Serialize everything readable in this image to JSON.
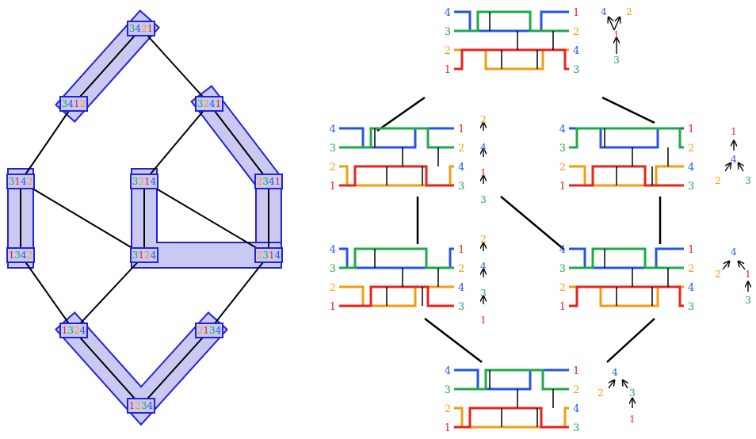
{
  "colors": {
    "1": "#e8231b",
    "2": "#f39c12",
    "3": "#1fa84a",
    "4": "#2456e6",
    "region_fill": "#c9c9f2",
    "region_stroke": "#2222dd",
    "edge": "#000000"
  },
  "left_poset": {
    "nodes": [
      {
        "id": "3421",
        "digits": [
          "3",
          "4",
          "2",
          "1"
        ]
      },
      {
        "id": "3412",
        "digits": [
          "3",
          "4",
          "1",
          "2"
        ]
      },
      {
        "id": "3241",
        "digits": [
          "3",
          "2",
          "4",
          "1"
        ]
      },
      {
        "id": "3142",
        "digits": [
          "3",
          "1",
          "4",
          "2"
        ]
      },
      {
        "id": "3214",
        "digits": [
          "3",
          "2",
          "1",
          "4"
        ]
      },
      {
        "id": "2341",
        "digits": [
          "2",
          "3",
          "4",
          "1"
        ]
      },
      {
        "id": "1342",
        "digits": [
          "1",
          "3",
          "4",
          "2"
        ]
      },
      {
        "id": "3124",
        "digits": [
          "3",
          "1",
          "2",
          "4"
        ]
      },
      {
        "id": "2314",
        "digits": [
          "2",
          "3",
          "1",
          "4"
        ]
      },
      {
        "id": "1324",
        "digits": [
          "1",
          "3",
          "2",
          "4"
        ]
      },
      {
        "id": "2134",
        "digits": [
          "2",
          "1",
          "3",
          "4"
        ]
      },
      {
        "id": "1234",
        "digits": [
          "1",
          "2",
          "3",
          "4"
        ]
      }
    ],
    "edges": [
      [
        "3421",
        "3412"
      ],
      [
        "3421",
        "3241"
      ],
      [
        "3412",
        "3142"
      ],
      [
        "3241",
        "3214"
      ],
      [
        "3241",
        "2341"
      ],
      [
        "3142",
        "1342"
      ],
      [
        "3142",
        "3124"
      ],
      [
        "3214",
        "3124"
      ],
      [
        "3214",
        "2314"
      ],
      [
        "2341",
        "2314"
      ],
      [
        "1342",
        "1324"
      ],
      [
        "3124",
        "1324"
      ],
      [
        "2314",
        "2134"
      ],
      [
        "1324",
        "1234"
      ],
      [
        "2134",
        "1234"
      ]
    ],
    "regions": [
      {
        "name": "3421-3412"
      },
      {
        "name": "3142-1342"
      },
      {
        "name": "3241-2341-2314"
      },
      {
        "name": "3214-3124-2314"
      },
      {
        "name": "1324-1234-2134"
      }
    ]
  },
  "wiring": {
    "left_labels": [
      "4",
      "3",
      "2",
      "1"
    ],
    "diagrams": [
      {
        "name": "top",
        "right_labels": [
          "1",
          "2",
          "4",
          "3"
        ],
        "tree": {
          "nodes": [
            {
              "n": "4"
            },
            {
              "n": "2"
            },
            {
              "n": "1"
            },
            {
              "n": "3"
            }
          ]
        }
      },
      {
        "name": "mid-left-upper",
        "right_labels": [
          "1",
          "2",
          "4",
          "3"
        ],
        "tree": {
          "nodes": [
            {
              "n": "2"
            },
            {
              "n": "4"
            },
            {
              "n": "1"
            },
            {
              "n": "3"
            }
          ]
        }
      },
      {
        "name": "mid-right-upper",
        "right_labels": [
          "1",
          "2",
          "4",
          "3"
        ],
        "tree": {
          "nodes": [
            {
              "n": "1"
            },
            {
              "n": "4"
            },
            {
              "n": "2"
            },
            {
              "n": "3"
            }
          ]
        }
      },
      {
        "name": "mid-left-lower",
        "right_labels": [
          "1",
          "2",
          "4",
          "3"
        ],
        "tree": {
          "nodes": [
            {
              "n": "2"
            },
            {
              "n": "4"
            },
            {
              "n": "3"
            },
            {
              "n": "1"
            }
          ]
        }
      },
      {
        "name": "mid-right-lower",
        "right_labels": [
          "1",
          "2",
          "4",
          "3"
        ],
        "tree": {
          "nodes": [
            {
              "n": "4"
            },
            {
              "n": "2"
            },
            {
              "n": "1"
            },
            {
              "n": "3"
            }
          ]
        }
      },
      {
        "name": "bottom",
        "right_labels": [
          "1",
          "2",
          "4",
          "3"
        ],
        "tree": {
          "nodes": [
            {
              "n": "4"
            },
            {
              "n": "2"
            },
            {
              "n": "3"
            },
            {
              "n": "1"
            }
          ]
        }
      }
    ]
  }
}
